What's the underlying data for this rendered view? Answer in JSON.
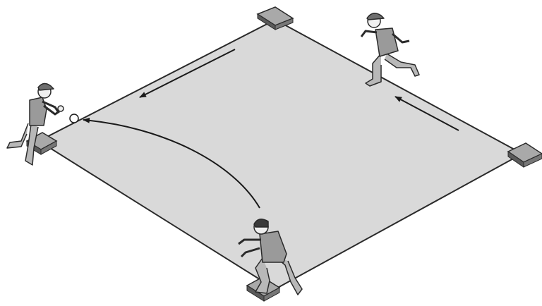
{
  "diagram": {
    "colors": {
      "background": "#ffffff",
      "field": "#d9d9d9",
      "field_edge": "#2a2a2a",
      "base_top": "#a9a9a9",
      "base_side": "#5a5a5a",
      "arrow": "#1a1a1a",
      "ball": "#ffffff",
      "skin": "#efefef",
      "shirt": "#9a9a9a",
      "pants": "#b8b8b8",
      "cap": "#6e6e6e",
      "outline": "#2a2a2a"
    },
    "elements": [
      "field",
      "base-top",
      "base-right",
      "base-left",
      "base-bottom",
      "throw-arc",
      "ball",
      "fielder",
      "runner",
      "thrower"
    ]
  }
}
